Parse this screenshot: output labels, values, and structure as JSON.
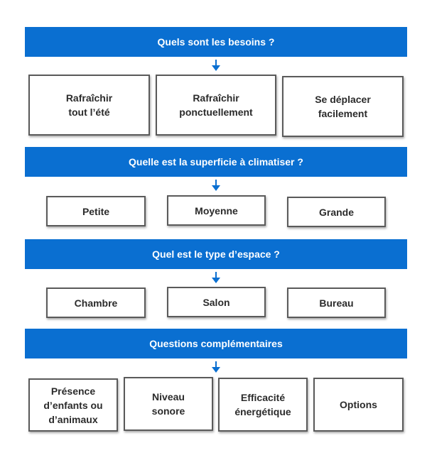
{
  "colors": {
    "accent": "#0a6fd1",
    "box_border": "#5a5a5a",
    "text": "#2b2b2b"
  },
  "sections": [
    {
      "title": "Quels sont les besoins ?",
      "options": [
        "Rafraîchir\ntout l’été",
        "Rafraîchir\nponctuellement",
        "Se déplacer\nfacilement"
      ]
    },
    {
      "title": "Quelle est la superficie à climatiser ?",
      "options": [
        "Petite",
        "Moyenne",
        "Grande"
      ]
    },
    {
      "title": "Quel est le type d’espace ?",
      "options": [
        "Chambre",
        "Salon",
        "Bureau"
      ]
    },
    {
      "title": "Questions complémentaires",
      "options": [
        "Présence\nd’enfants ou\nd’animaux",
        "Niveau\nsonore",
        "Efficacité\nénergétique",
        "Options"
      ]
    }
  ]
}
